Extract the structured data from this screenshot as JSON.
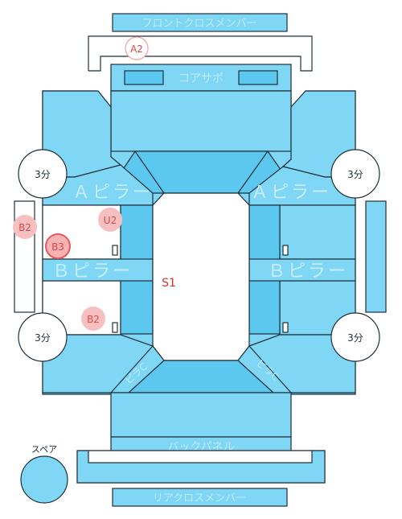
{
  "labels": {
    "front_cross_member": "フロントクロスメンバー",
    "core_support": "コアサポ",
    "a_pillar_left": "Ａピラー",
    "a_pillar_right": "Ａピラー",
    "b_pillar_left": "Ｂピラー",
    "b_pillar_right": "Ｂピラー",
    "c_left": "ピラC",
    "c_right": "ピラC",
    "back_panel": "バックパネル",
    "rear_cross_member": "リアクロスメンバー",
    "spare": "スペア"
  },
  "door_markers": [
    "3分",
    "3分",
    "3分",
    "3分"
  ],
  "damage_marks": {
    "a2": "A2",
    "b2_side": "B2",
    "u2": "U2",
    "b3": "B3",
    "b2_lower": "B2",
    "s1": "S1"
  },
  "colors": {
    "panel": "#7fd6f5",
    "panel_dark": "#5cc8ef",
    "mark": "#f7c0c0",
    "mark_text": "#e04848"
  }
}
